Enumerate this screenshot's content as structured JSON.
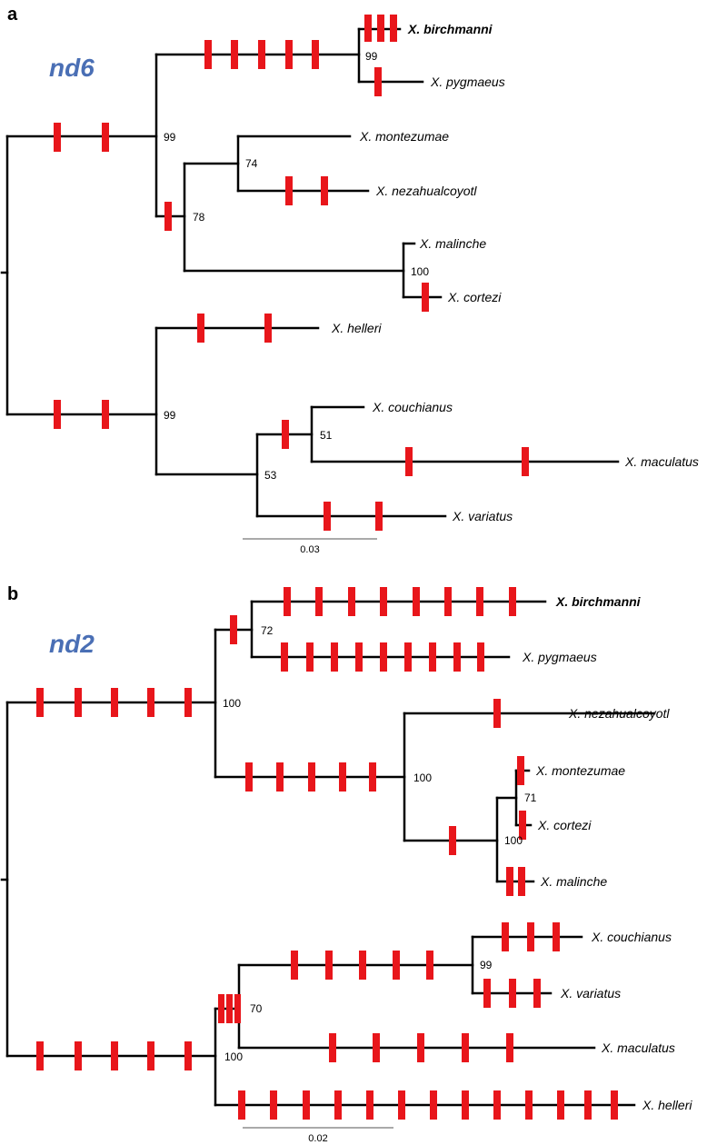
{
  "colors": {
    "branch": "#000000",
    "mutation": "#e8161b",
    "gene_label": "#4a6fb5"
  },
  "panels": [
    {
      "panel_label": "a",
      "gene": "nd6",
      "taxa": {
        "birchmanni": "X. birchmanni",
        "pygmaeus": "X. pygmaeus",
        "montezumae": "X. montezumae",
        "nezahualcoyotl": "X. nezahualcoyotl",
        "malinche": "X. malinche",
        "cortezi": "X. cortezi",
        "helleri": "X. helleri",
        "couchianus": "X. couchianus",
        "maculatus": "X. maculatus",
        "variatus": "X. variatus"
      },
      "support": {
        "n_birch_pyg": "99",
        "n_north_top": "99",
        "n_monte_neza": "74",
        "n_north_inner": "78",
        "n_malinche_cortezi": "100",
        "n_south": "99",
        "n_couch_mac": "51",
        "n_southern_inner": "53"
      },
      "scale_label": "0.03"
    },
    {
      "panel_label": "b",
      "gene": "nd2",
      "taxa": {
        "birchmanni": "X. birchmanni",
        "pygmaeus": "X. pygmaeus",
        "nezahualcoyotl": "X. nezahualcoyotl",
        "montezumae": "X. montezumae",
        "cortezi": "X. cortezi",
        "malinche": "X. malinche",
        "couchianus": "X. couchianus",
        "variatus": "X. variatus",
        "maculatus": "X. maculatus",
        "helleri": "X. helleri"
      },
      "support": {
        "n_birch_pyg": "72",
        "n_north": "100",
        "n_neza_group": "100",
        "n_monte_cortezi": "71",
        "n_mcm": "100",
        "n_couch_var": "99",
        "n_couch_var_mac": "70",
        "n_south": "100"
      },
      "scale_label": "0.02"
    }
  ]
}
